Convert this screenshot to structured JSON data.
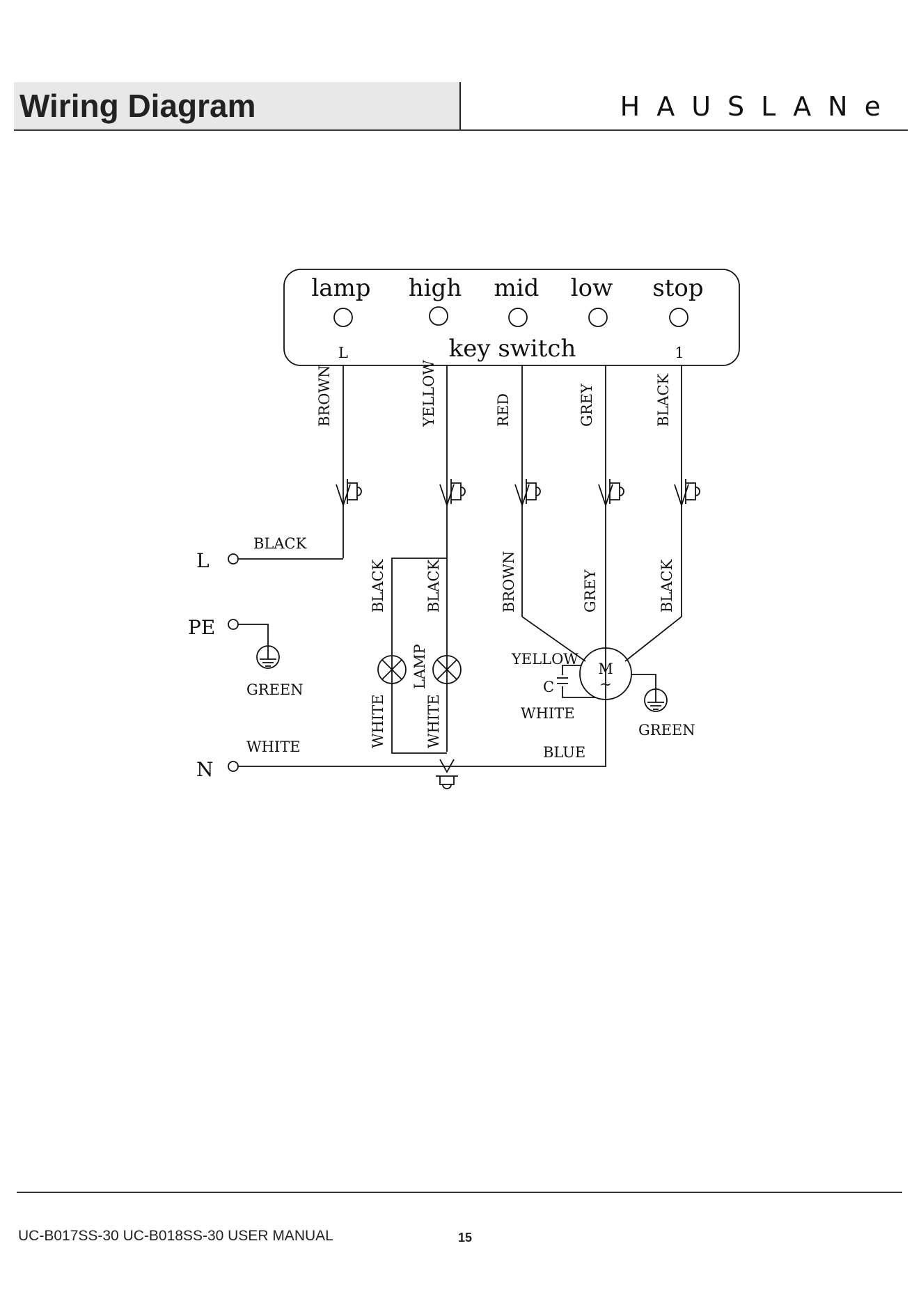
{
  "header": {
    "title": "Wiring Diagram",
    "brand": "HAUSLANe"
  },
  "footer": {
    "manual": "UC-B017SS-30  UC-B018SS-30  USER MANUAL",
    "page": "15"
  },
  "diagram": {
    "switch": {
      "buttons": [
        "lamp",
        "high",
        "mid",
        "low",
        "stop"
      ],
      "name": "key switch",
      "pin_left": "L",
      "pin_right": "1"
    },
    "upper_wires": [
      "BROWN",
      "YELLOW",
      "RED",
      "GREY",
      "BLACK"
    ],
    "terminals": {
      "line": "L",
      "earth": "PE",
      "neutral": "N"
    },
    "line_wire": "BLACK",
    "earth_wire": "GREEN",
    "neutral_wire": "WHITE",
    "lamp": {
      "label": "LAMP",
      "left_top": "BLACK",
      "right_top": "BLACK",
      "left_bottom": "WHITE",
      "right_bottom": "WHITE"
    },
    "motor": {
      "symbol": "M",
      "ac": "~",
      "capacitor": "C",
      "in_left": "BROWN",
      "in_mid": "GREY",
      "in_right": "BLACK",
      "cap_top": "YELLOW",
      "cap_bottom": "WHITE",
      "neutral": "BLUE",
      "earth": "GREEN"
    }
  }
}
